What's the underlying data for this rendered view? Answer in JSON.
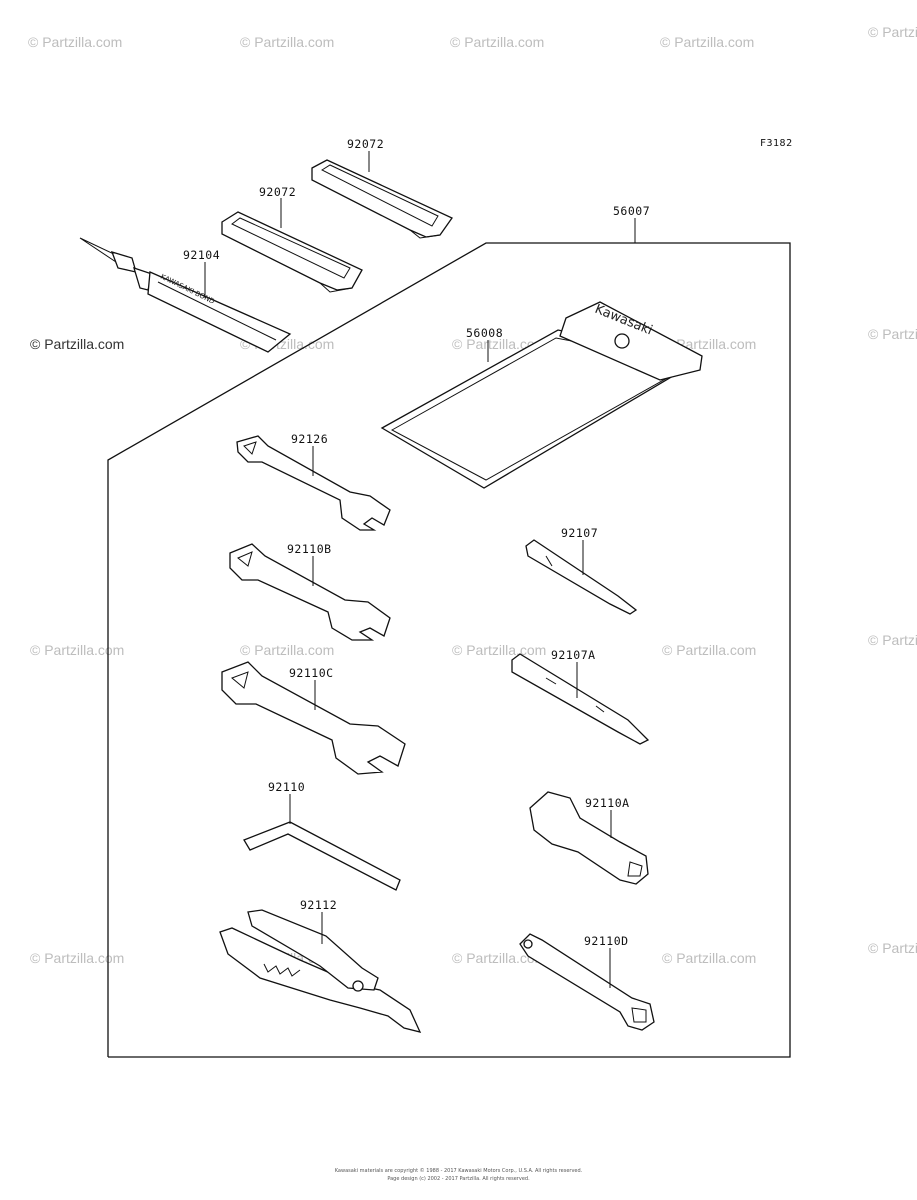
{
  "figure_code": "F3182",
  "watermark": "© Partzilla.com",
  "parts": {
    "strap_top": "92072",
    "strap_lower": "92072",
    "bond": "92104",
    "kit": "56007",
    "case": "56008",
    "wrench_small": "92126",
    "wrench_b": "92110B",
    "wrench_c": "92110C",
    "hex_key": "92110",
    "pliers": "92112",
    "screwdriver": "92107",
    "screwdriver_a": "92107A",
    "box_wrench_a": "92110A",
    "box_wrench_d": "92110D"
  },
  "case_brand": "Kawasaki",
  "tube_text": "KAWASAKI BOND",
  "footer": {
    "line1": "Kawasaki materials are copyright © 1988 - 2017 Kawasaki Motors Corp., U.S.A. All rights reserved.",
    "line2": "Page design (c) 2002 - 2017 Partzilla. All rights reserved."
  }
}
